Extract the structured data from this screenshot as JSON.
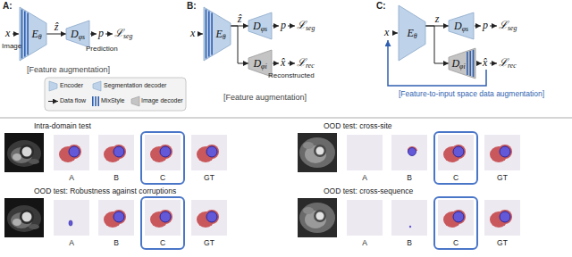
{
  "diagram": {
    "nodes": [
      {
        "text": [
          "Eθ"
        ]
      },
      {
        "text": [
          "Dφs"
        ]
      },
      {
        "text": [
          "Eθ"
        ]
      },
      {
        "text": [
          "Dφs"
        ]
      },
      {
        "text": [
          "Dφi"
        ]
      },
      {
        "text": [
          "Eθ"
        ]
      },
      {
        "text": [
          "Dφs"
        ]
      },
      {
        "text": [
          "Dφi"
        ]
      },
      {
        "text": [
          "C"
        ]
      },
      {
        "text": [
          "C"
        ]
      },
      {
        "text": [
          "C"
        ]
      },
      {
        "text": [
          "C"
        ]
      }
    ],
    "edges": [
      {
        "from": 0,
        "to": 1,
        "arrow": "to",
        "label": "ẑ"
      },
      {
        "from": 2,
        "to": 3,
        "arrow": "to",
        "label": "ẑ"
      },
      {
        "from": 2,
        "to": 4,
        "arrow": "to"
      },
      {
        "from": 5,
        "to": 6,
        "arrow": "to",
        "label": "z"
      },
      {
        "from": 5,
        "to": 7,
        "arrow": "to"
      }
    ],
    "labels": [
      "A:",
      "x",
      "Image",
      "p",
      "Prediction",
      "ℒseg",
      "[Feature augmentation]",
      "B:",
      "x",
      "p",
      "ℒseg",
      "x̂",
      "Reconstructed",
      "ℒrec",
      "[Feature augmentation]",
      "C:",
      "x",
      "p",
      "ℒseg",
      "x̂",
      "ℒrec",
      "[Feature-to-input space data augmentation]",
      "Intra-domain test",
      "A",
      "B",
      "GT",
      "OOD test: cross-site",
      "A",
      "B",
      "GT",
      "OOD test: Robustness against corruptions",
      "A",
      "B",
      "GT",
      "OOD test: cross-sequence",
      "A",
      "B",
      "GT"
    ],
    "legend": [
      {
        "text": "Encoder"
      },
      {
        "text": "Segmentation decoder"
      },
      {
        "text": "Data flow"
      },
      {
        "text": "MixStyle"
      },
      {
        "text": "Image decoder"
      }
    ]
  }
}
